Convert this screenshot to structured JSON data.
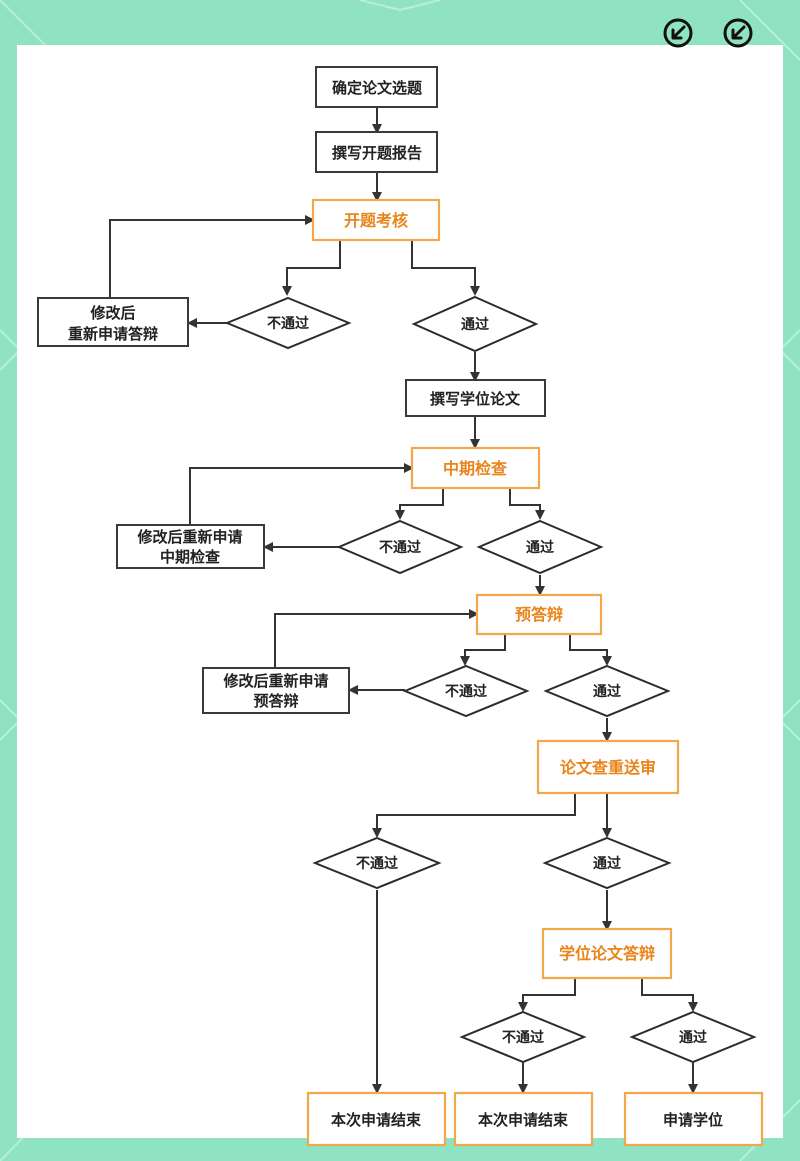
{
  "colors": {
    "background": "#8fe3c2",
    "highlight_border": "#f0a84b",
    "highlight_text": "#e8851d",
    "line": "#333333"
  },
  "icons": [
    "arrow-down-left-circle-icon",
    "arrow-down-left-circle-icon"
  ],
  "nodes": {
    "confirm_topic": "确定论文选题",
    "write_proposal": "撰写开题报告",
    "proposal_review": "开题考核",
    "revise_reapply_defense": [
      "修改后",
      "重新申请答辩"
    ],
    "write_thesis": "撰写学位论文",
    "midterm_check": "中期检查",
    "revise_reapply_midterm": [
      "修改后重新申请",
      "中期检查"
    ],
    "pre_defense": "预答辩",
    "revise_reapply_pre_defense": [
      "修改后重新申请",
      "预答辩"
    ],
    "thesis_review": "论文查重送审",
    "degree_defense": "学位论文答辩",
    "end_1": "本次申请结束",
    "end_2": "本次申请结束",
    "apply_degree": "申请学位"
  },
  "decisions": {
    "proposal_fail": "不通过",
    "proposal_pass": "通过",
    "midterm_fail": "不通过",
    "midterm_pass": "通过",
    "pre_defense_fail": "不通过",
    "pre_defense_pass": "通过",
    "review_fail": "不通过",
    "review_pass": "通过",
    "defense_fail": "不通过",
    "defense_pass": "通过"
  }
}
